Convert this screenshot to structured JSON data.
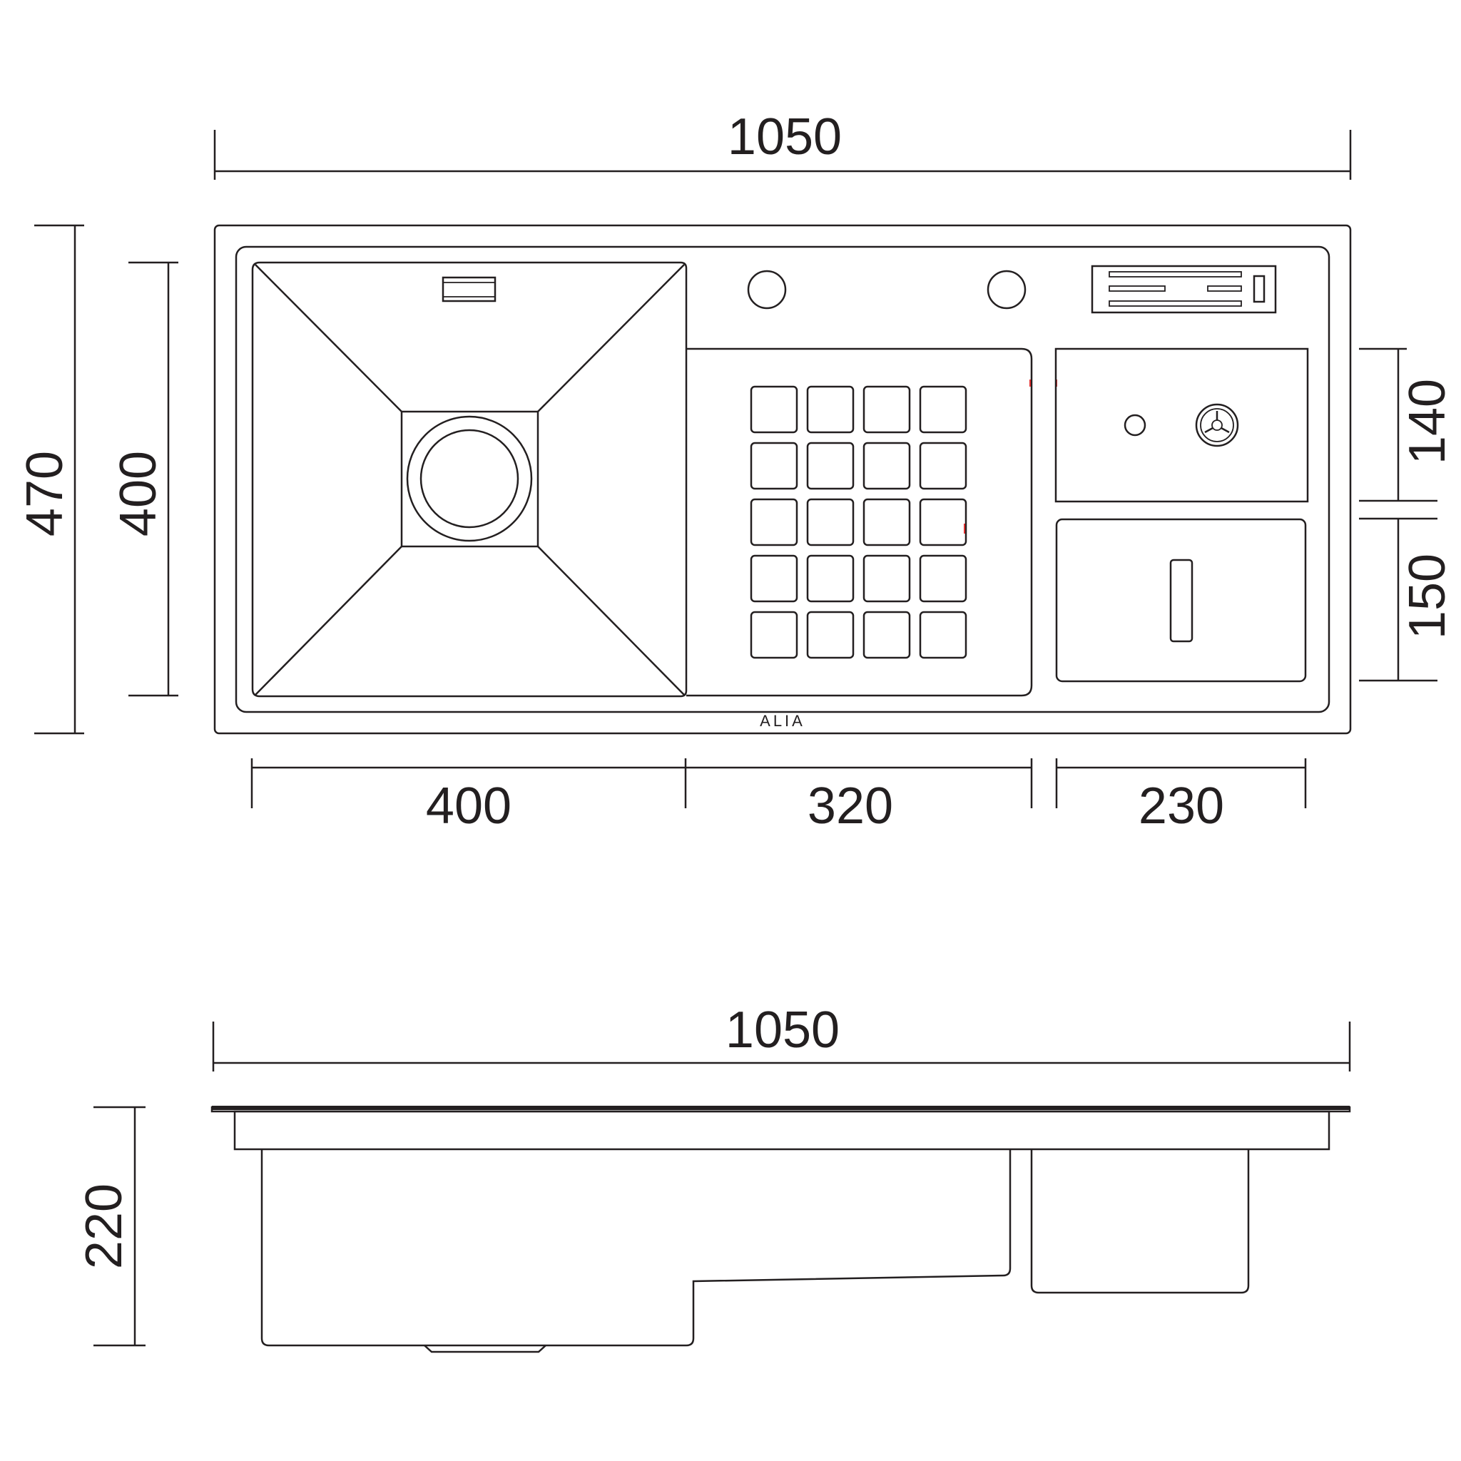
{
  "top_view": {
    "overall_width": "1050",
    "overall_depth": "470",
    "bowl_depth": "400",
    "bowl_width": "400",
    "drainboard_width": "320",
    "side_width": "230",
    "upper_compartment_depth": "140",
    "lower_compartment_depth": "150",
    "brand_logo": "ALIA"
  },
  "side_view": {
    "overall_width": "1050",
    "height": "220"
  },
  "colors": {
    "line": "#231f20",
    "background": "#ffffff",
    "marker": "#e03030"
  }
}
